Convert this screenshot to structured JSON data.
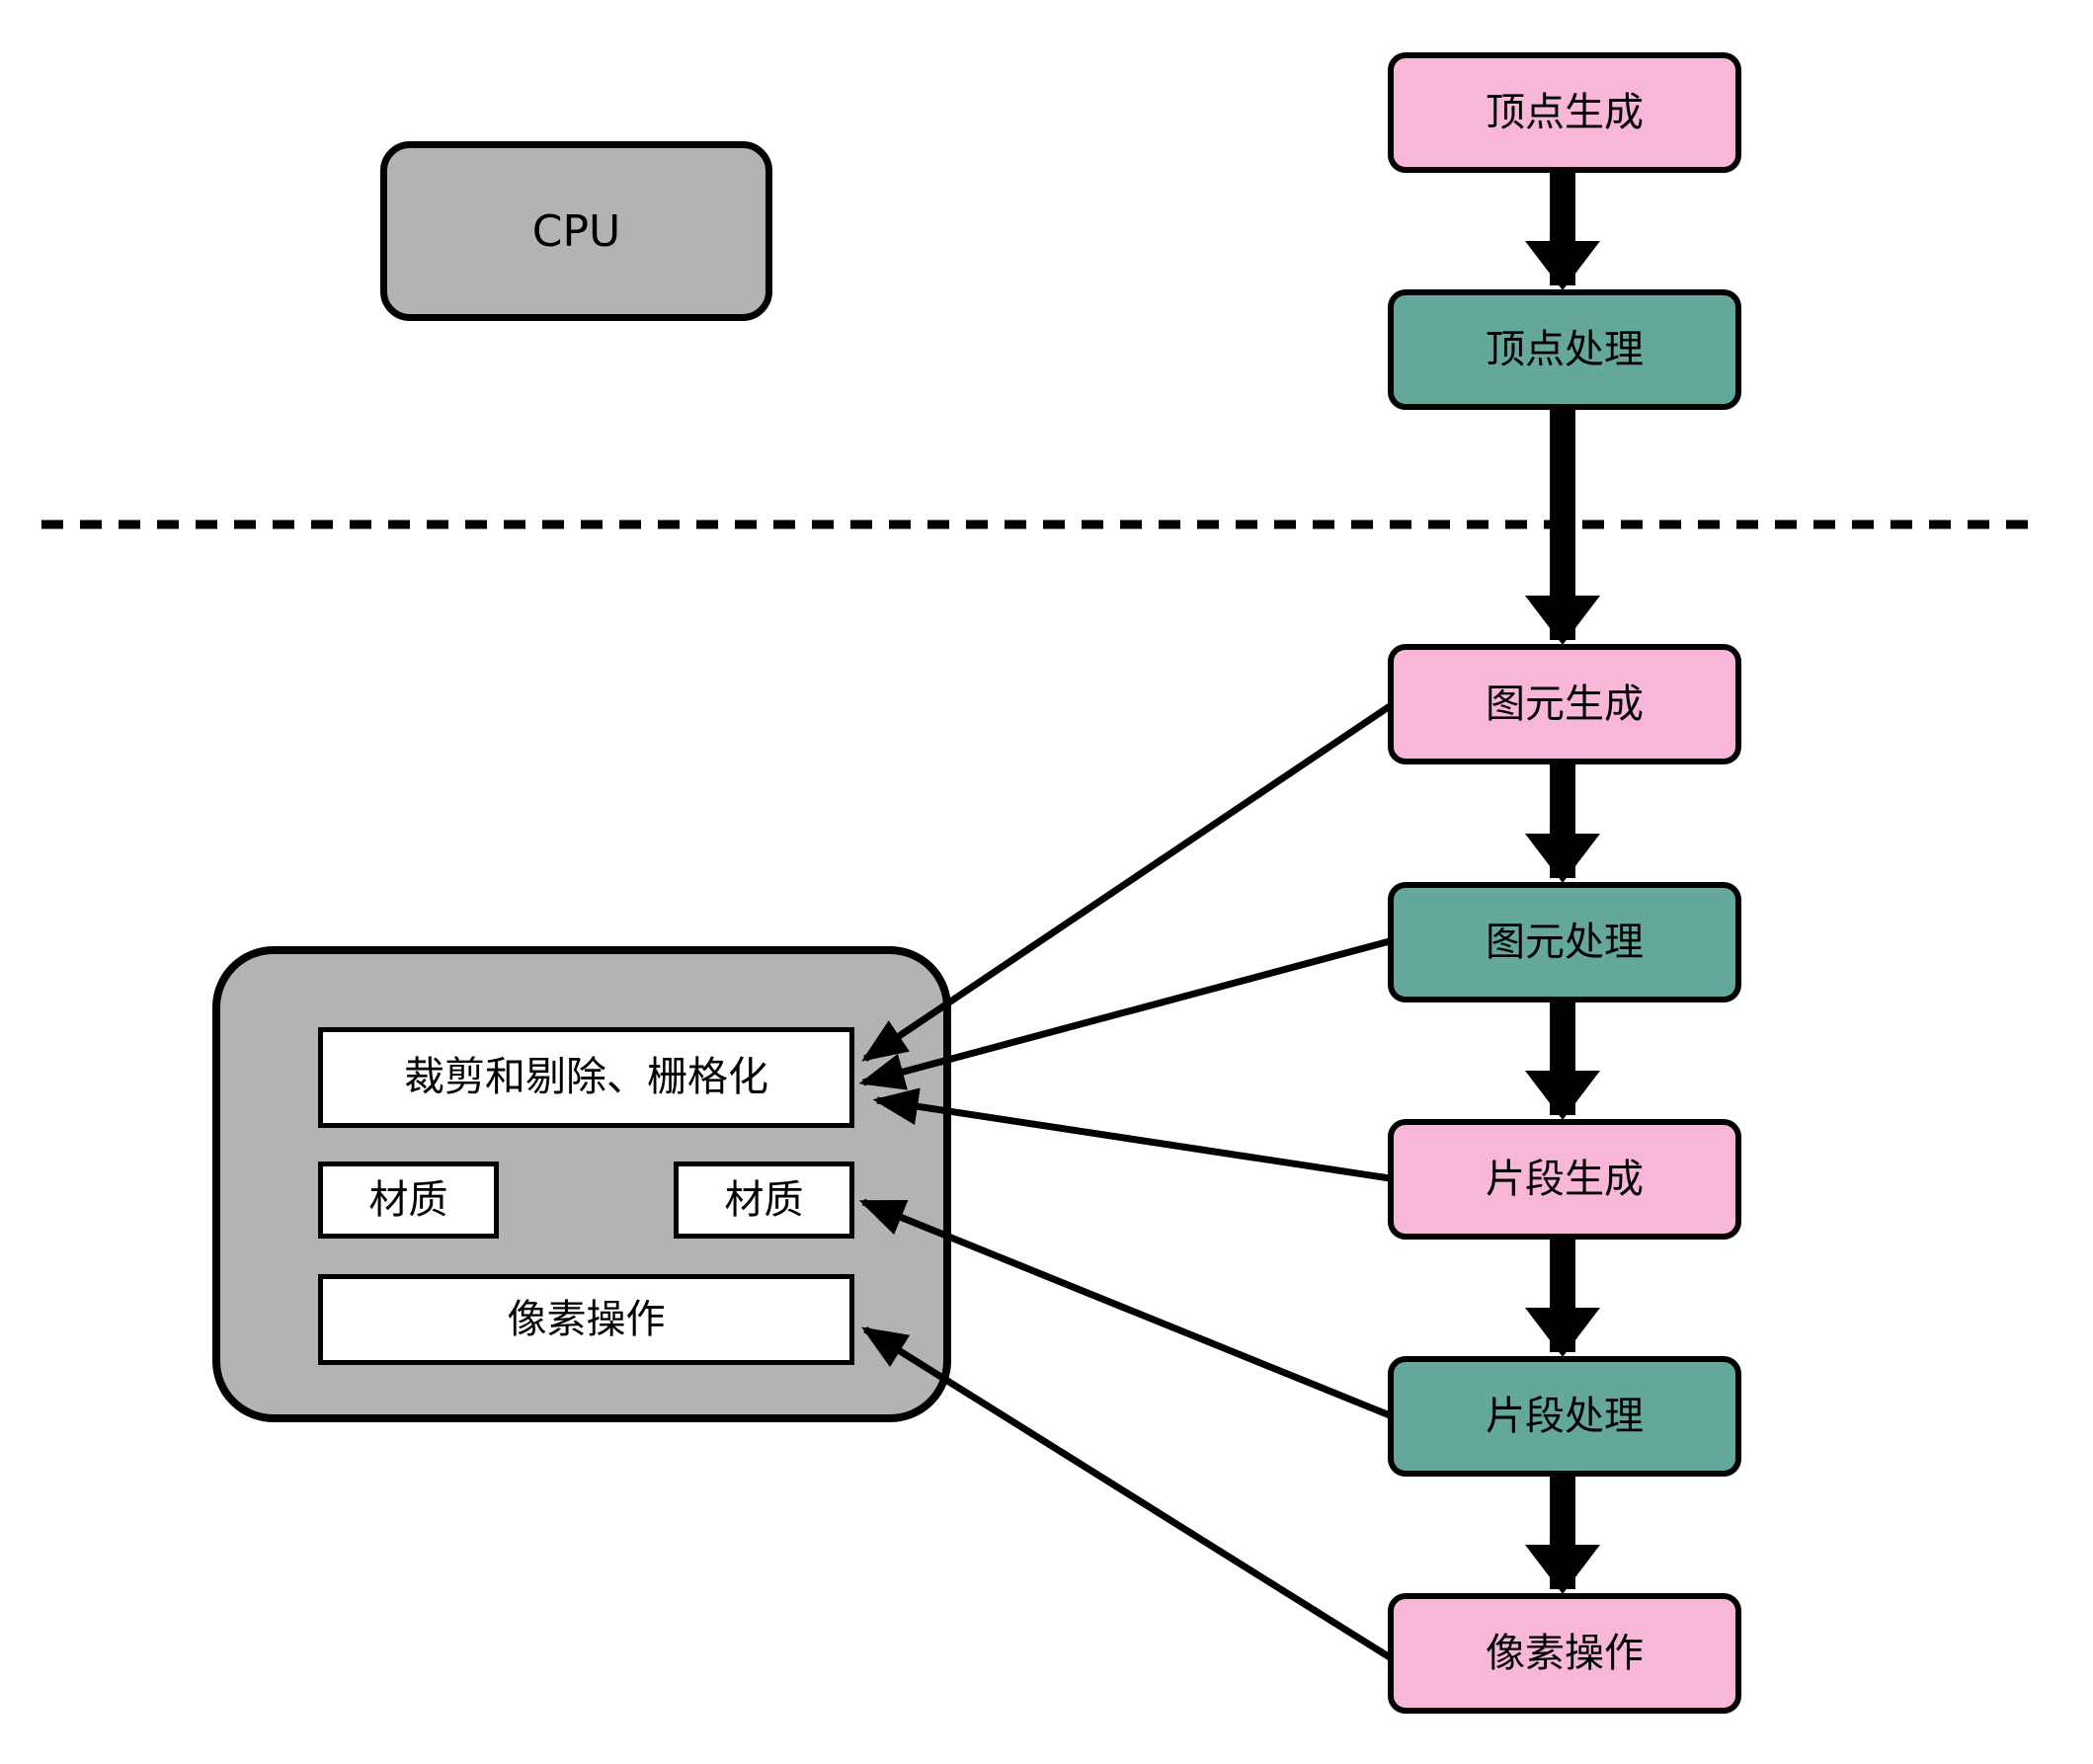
{
  "diagram": {
    "title_hint": "GPU rendering pipeline diagram",
    "colors": {
      "pink": "#F8B7D8",
      "teal": "#63A89B",
      "gray": "#B3B3B3",
      "line": "#000000",
      "background": "#FFFFFF"
    },
    "cpu_box": {
      "label": "CPU"
    },
    "divider": {
      "style": "dashed-horizontal"
    },
    "pipeline": [
      {
        "id": "vertex-generation",
        "label": "顶点生成",
        "color": "pink"
      },
      {
        "id": "vertex-processing",
        "label": "顶点处理",
        "color": "teal"
      },
      {
        "id": "primitive-generation",
        "label": "图元生成",
        "color": "pink"
      },
      {
        "id": "primitive-processing",
        "label": "图元处理",
        "color": "teal"
      },
      {
        "id": "fragment-generation",
        "label": "片段生成",
        "color": "pink"
      },
      {
        "id": "fragment-processing",
        "label": "片段处理",
        "color": "teal"
      },
      {
        "id": "pixel-operations",
        "label": "像素操作",
        "color": "pink"
      }
    ],
    "gpu_internal": {
      "boxes": [
        {
          "id": "clip-cull-rasterize",
          "label": "裁剪和剔除、栅格化"
        },
        {
          "id": "texture-left",
          "label": "材质"
        },
        {
          "id": "texture-right",
          "label": "材质"
        },
        {
          "id": "pixel-operations",
          "label": "像素操作"
        }
      ]
    }
  }
}
